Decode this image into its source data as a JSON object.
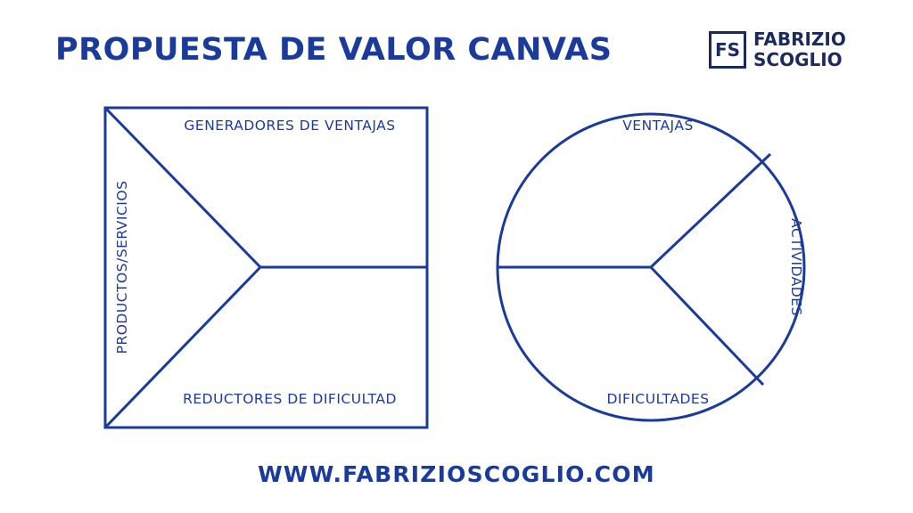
{
  "header": {
    "title": "PROPUESTA DE VALOR CANVAS"
  },
  "logo": {
    "mark": "FS",
    "line1": "FABRIZIO",
    "line2": "SCOGLIO"
  },
  "value_map": {
    "gains_label": "GENERADORES DE VENTAJAS",
    "pains_label": "REDUCTORES DE DIFICULTAD",
    "products_label": "PRODUCTOS/SERVICIOS"
  },
  "customer_profile": {
    "gains_label": "VENTAJAS",
    "jobs_label": "ACTIVIDADES",
    "pains_label": "DIFICULTADES"
  },
  "footer": {
    "url": "WWW.FABRIZIOSCOGLIO.COM"
  },
  "colors": {
    "primary": "#1a3a9c",
    "logo": "#1b2a5e"
  }
}
